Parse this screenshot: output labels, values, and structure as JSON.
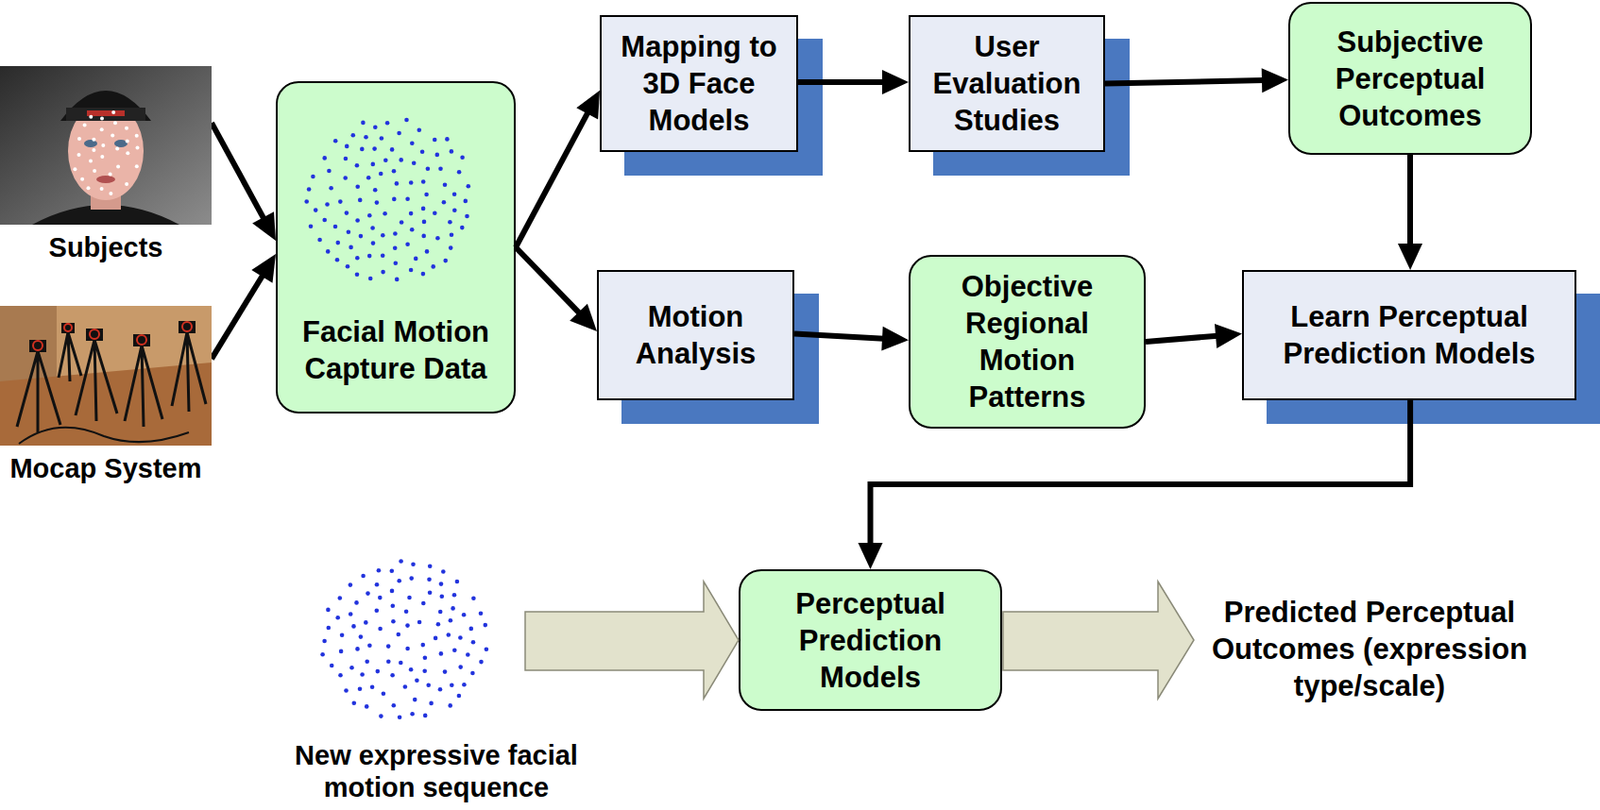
{
  "diagram": {
    "nodes": [
      {
        "text": [
          "Subjects"
        ]
      },
      {
        "text": [
          "Mocap System"
        ]
      },
      {
        "text": [
          "Facial Motion Capture Data"
        ]
      },
      {
        "text": [
          "Mapping to 3D Face Models"
        ]
      },
      {
        "text": [
          "User Evaluation Studies"
        ]
      },
      {
        "text": [
          "Subjective Perceptual Outcomes"
        ]
      },
      {
        "text": [
          "Motion Analysis"
        ]
      },
      {
        "text": [
          "Objective Regional Motion Patterns"
        ]
      },
      {
        "text": [
          "Learn Perceptual Prediction Models"
        ]
      },
      {
        "text": [
          "Perceptual Prediction Models"
        ]
      }
    ],
    "edges": [
      {
        "from": 0,
        "to": 2,
        "arrow": "to"
      },
      {
        "from": 1,
        "to": 2,
        "arrow": "to"
      },
      {
        "from": 2,
        "to": 3,
        "arrow": "to"
      },
      {
        "from": 2,
        "to": 6,
        "arrow": "to"
      },
      {
        "from": 3,
        "to": 4,
        "arrow": "to"
      },
      {
        "from": 4,
        "to": 5,
        "arrow": "to"
      },
      {
        "from": 5,
        "to": 8,
        "arrow": "to"
      },
      {
        "from": 6,
        "to": 7,
        "arrow": "to"
      },
      {
        "from": 7,
        "to": 8,
        "arrow": "to"
      },
      {
        "from": 8,
        "to": 9,
        "arrow": "to"
      }
    ],
    "labels": [
      "New expressive facial motion sequence",
      "Predicted Perceptual Outcomes (expression type/scale)"
    ]
  }
}
